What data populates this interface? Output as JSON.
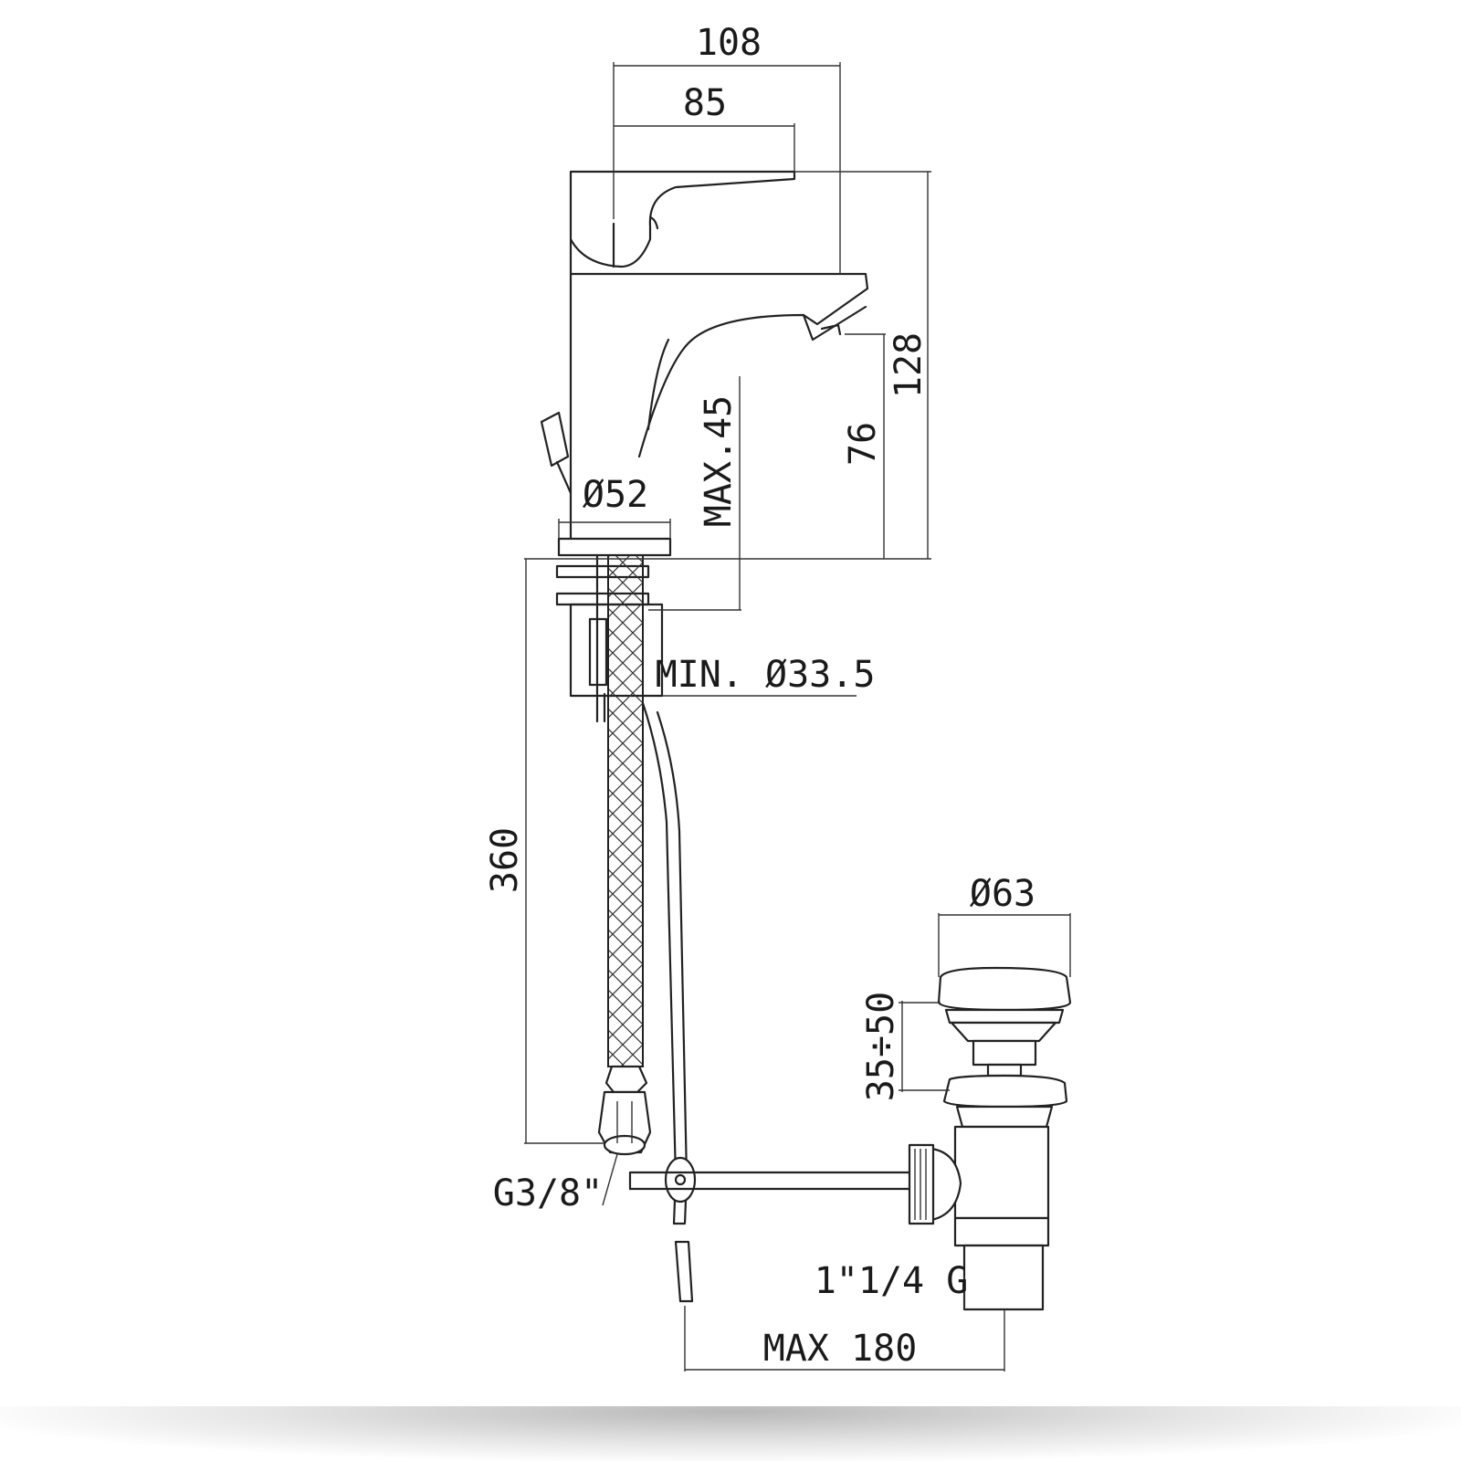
{
  "diagram": {
    "dimensions": {
      "overall_width": "108",
      "body_width": "85",
      "total_height": "128",
      "spout_height": "76",
      "max_deck_thickness": "MAX.45",
      "base_diameter": "Ø52",
      "min_hole_diameter": "MIN. Ø33.5",
      "hose_length": "360",
      "hose_thread": "G3/8\"",
      "waste_diameter": "Ø63",
      "waste_range": "35÷50",
      "waste_thread": "1\"1/4 G",
      "rod_max": "MAX 180"
    },
    "colors": {
      "line": "#222222",
      "background": "#ffffff"
    }
  }
}
